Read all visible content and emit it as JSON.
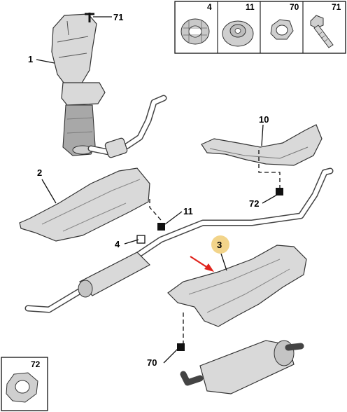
{
  "callouts": {
    "c71_top": "71",
    "c1": "1",
    "c2": "2",
    "c10": "10",
    "c72_right": "72",
    "c11": "11",
    "c4": "4",
    "c3": "3",
    "c70": "70"
  },
  "fastener_panel": {
    "items": [
      {
        "label": "4"
      },
      {
        "label": "11"
      },
      {
        "label": "70"
      },
      {
        "label": "71"
      }
    ]
  },
  "nut_panel": {
    "label": "72"
  },
  "colors": {
    "highlight_circle": "#f2d48a",
    "arrow": "#e0231c"
  }
}
